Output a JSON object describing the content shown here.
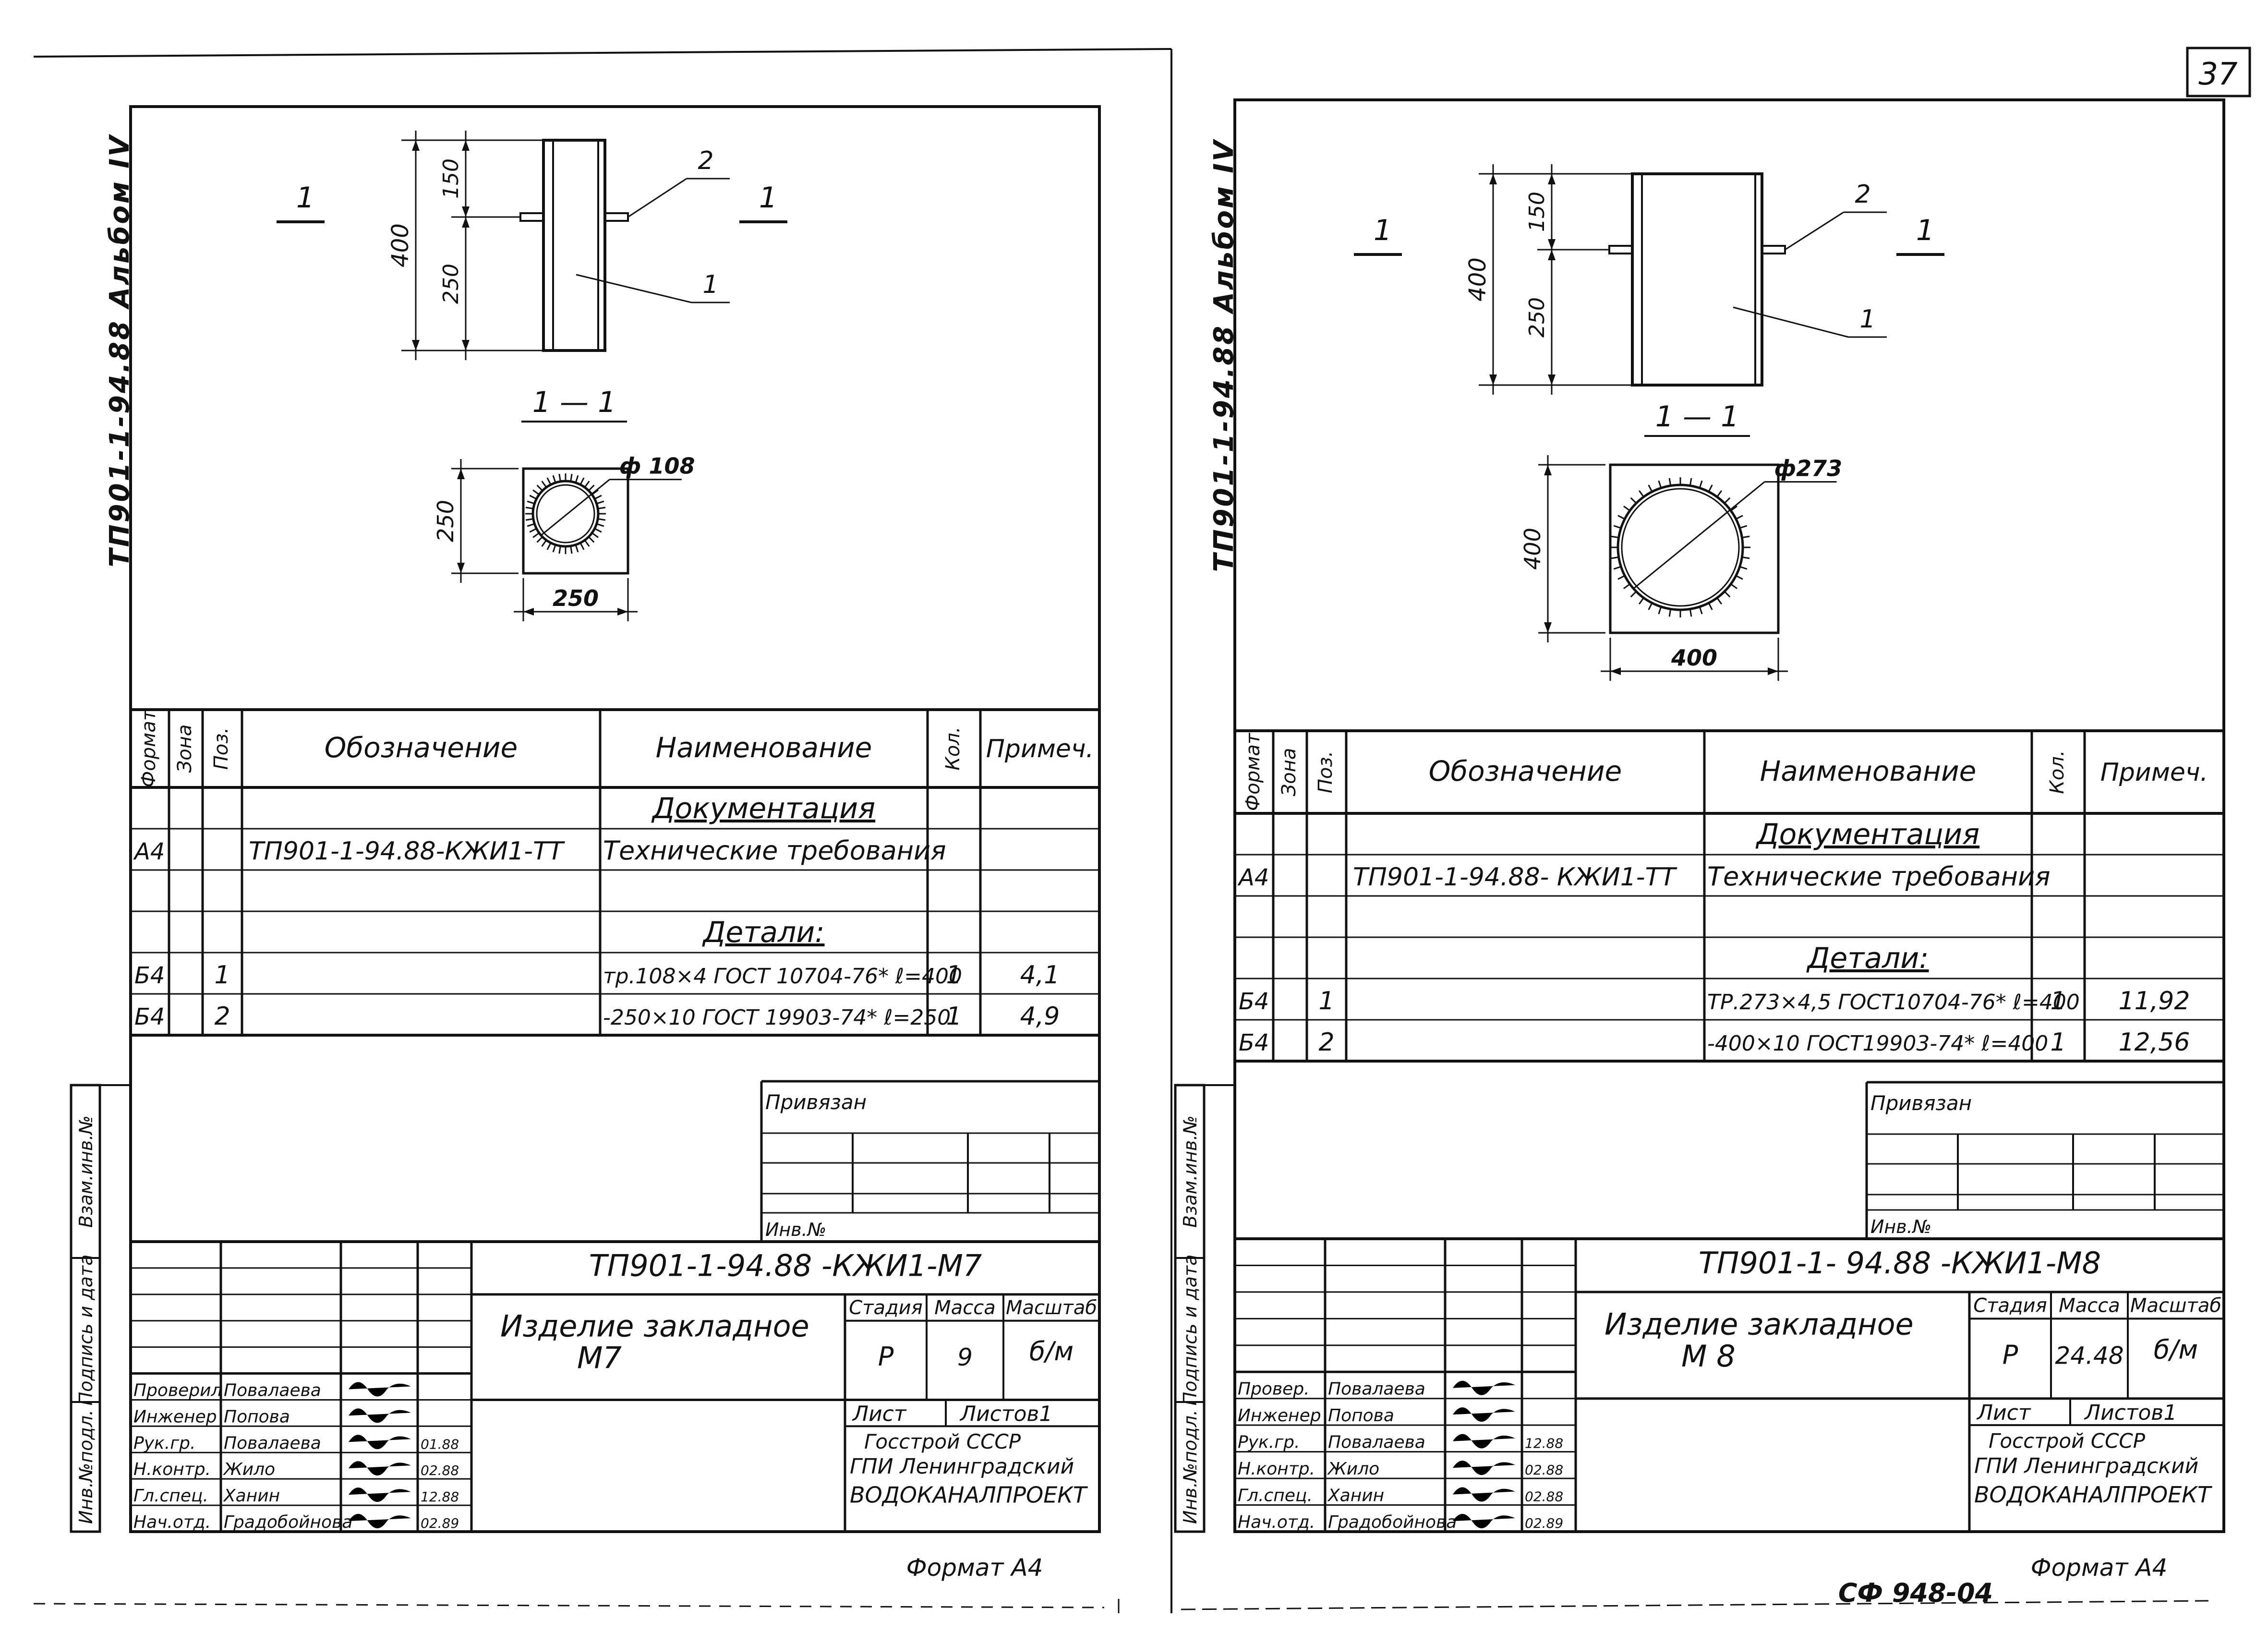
{
  "page_number": "37",
  "bottom_stamp": "СФ 948-04",
  "sheets": [
    {
      "album_label": "ТП901-1-94.88 Альбом IV",
      "drawing": {
        "section_mark": "1",
        "callout_2": "2",
        "callout_1": "1",
        "dim_total": "400",
        "dim_top": "150",
        "dim_bottom": "250",
        "section_title": "1 — 1",
        "section_side": "250",
        "section_width": "250",
        "diameter": "ф 108"
      },
      "spec": {
        "headers": {
          "format": "Формат",
          "zone": "Зона",
          "pos": "Поз.",
          "designation": "Обозначение",
          "name": "Наименование",
          "qty": "Кол.",
          "note": "Примеч."
        },
        "rows": [
          {
            "format": "",
            "pos": "",
            "designation": "",
            "name": "Документация",
            "qty": "",
            "note": ""
          },
          {
            "format": "А4",
            "pos": "",
            "designation": "ТП901-1-94.88-КЖИ1-ТТ",
            "name": "Технические требования",
            "qty": "",
            "note": ""
          },
          {
            "format": "",
            "pos": "",
            "designation": "",
            "name": "",
            "qty": "",
            "note": ""
          },
          {
            "format": "",
            "pos": "",
            "designation": "",
            "name": "Детали:",
            "qty": "",
            "note": ""
          },
          {
            "format": "Б4",
            "pos": "1",
            "designation": "",
            "name": "тр.108×4 ГОСТ 10704-76* ℓ=400",
            "qty": "1",
            "note": "4,1"
          },
          {
            "format": "Б4",
            "pos": "2",
            "designation": "",
            "name": "-250×10 ГОСТ 19903-74* ℓ=250",
            "qty": "1",
            "note": "4,9"
          }
        ]
      },
      "privyazan": "Привязан",
      "inv_no": "Инв.№",
      "left_strip": [
        "Взам.инв.№",
        "Подпись и дата",
        "Инв.№подл."
      ],
      "title_block": {
        "code": "ТП901-1-94.88 -КЖИ1-М7",
        "item_name": "Изделие закладное",
        "item_mark": "М7",
        "stage_label": "Стадия",
        "mass_label": "Масса",
        "scale_label": "Масштаб",
        "stage": "Р",
        "mass": "9",
        "scale": "б/м",
        "sheet_label": "Лист",
        "sheets_label": "Листов1",
        "org_line1": "Госстрой СССР",
        "org_line2": "ГПИ Ленинградский",
        "org_line3": "ВОДОКАНАЛПРОЕКТ",
        "people": [
          {
            "role": "Проверил",
            "name": "Повалаева",
            "date": ""
          },
          {
            "role": "Инженер",
            "name": "Попова",
            "date": ""
          },
          {
            "role": "Рук.гр.",
            "name": "Повалаева",
            "date": "01.88"
          },
          {
            "role": "Н.контр.",
            "name": "Жило",
            "date": "02.88"
          },
          {
            "role": "Гл.спец.",
            "name": "Ханин",
            "date": "12.88"
          },
          {
            "role": "Нач.отд.",
            "name": "Градобойнова",
            "date": "02.89"
          }
        ]
      },
      "format_label": "Формат А4"
    },
    {
      "album_label": "ТП901-1-94.88 Альбом IV",
      "drawing": {
        "section_mark": "1",
        "callout_2": "2",
        "callout_1": "1",
        "dim_total": "400",
        "dim_top": "150",
        "dim_bottom": "250",
        "section_title": "1 — 1",
        "section_side": "400",
        "section_width": "400",
        "diameter": "ф273"
      },
      "spec": {
        "headers": {
          "format": "Формат",
          "zone": "Зона",
          "pos": "Поз.",
          "designation": "Обозначение",
          "name": "Наименование",
          "qty": "Кол.",
          "note": "Примеч."
        },
        "rows": [
          {
            "format": "",
            "pos": "",
            "designation": "",
            "name": "Документация",
            "qty": "",
            "note": ""
          },
          {
            "format": "А4",
            "pos": "",
            "designation": "ТП901-1-94.88- КЖИ1-ТТ",
            "name": "Технические требования",
            "qty": "",
            "note": ""
          },
          {
            "format": "",
            "pos": "",
            "designation": "",
            "name": "",
            "qty": "",
            "note": ""
          },
          {
            "format": "",
            "pos": "",
            "designation": "",
            "name": "Детали:",
            "qty": "",
            "note": ""
          },
          {
            "format": "Б4",
            "pos": "1",
            "designation": "",
            "name": "ТР.273×4,5 ГОСТ10704-76* ℓ=400",
            "qty": "1",
            "note": "11,92"
          },
          {
            "format": "Б4",
            "pos": "2",
            "designation": "",
            "name": "-400×10 ГОСТ19903-74* ℓ=400",
            "qty": "1",
            "note": "12,56"
          }
        ]
      },
      "privyazan": "Привязан",
      "inv_no": "Инв.№",
      "left_strip": [
        "Взам.инв.№",
        "Подпись и дата",
        "Инв.№подл."
      ],
      "title_block": {
        "code": "ТП901-1- 94.88 -КЖИ1-М8",
        "item_name": "Изделие закладное",
        "item_mark": "М 8",
        "stage_label": "Стадия",
        "mass_label": "Масса",
        "scale_label": "Масштаб",
        "stage": "Р",
        "mass": "24.48",
        "scale": "б/м",
        "sheet_label": "Лист",
        "sheets_label": "Листов1",
        "org_line1": "Госстрой СССР",
        "org_line2": "ГПИ Ленинградский",
        "org_line3": "ВОДОКАНАЛПРОЕКТ",
        "people": [
          {
            "role": "Провер.",
            "name": "Повалаева",
            "date": ""
          },
          {
            "role": "Инженер",
            "name": "Попова",
            "date": ""
          },
          {
            "role": "Рук.гр.",
            "name": "Повалаева",
            "date": "12.88"
          },
          {
            "role": "Н.контр.",
            "name": "Жило",
            "date": "02.88"
          },
          {
            "role": "Гл.спец.",
            "name": "Ханин",
            "date": "02.88"
          },
          {
            "role": "Нач.отд.",
            "name": "Градобойнова",
            "date": "02.89"
          }
        ]
      },
      "format_label": "Формат А4"
    }
  ]
}
